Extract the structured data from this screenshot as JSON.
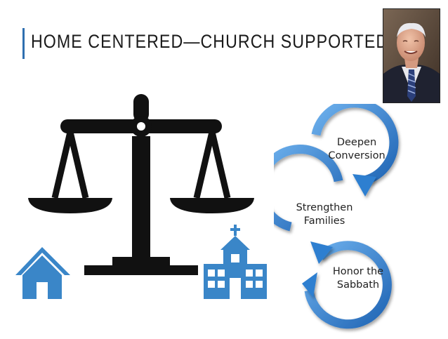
{
  "slide": {
    "title": "HOME CENTERED—CHURCH SUPPORTED"
  },
  "colors": {
    "accent_blue": "#3a86c8",
    "ring_blue": "#2f7fd0",
    "title_bar": "#2f6fb0",
    "scale_black": "#111111"
  },
  "icons": {
    "balance": "balance-scale-icon",
    "home": "house-icon",
    "church": "church-building-icon",
    "portrait": "speaker-portrait"
  },
  "cycle": {
    "steps": [
      {
        "line1": "Deepen",
        "line2": "Conversion"
      },
      {
        "line1": "Strengthen",
        "line2": "Families"
      },
      {
        "line1": "Honor the",
        "line2": "Sabbath"
      }
    ]
  }
}
